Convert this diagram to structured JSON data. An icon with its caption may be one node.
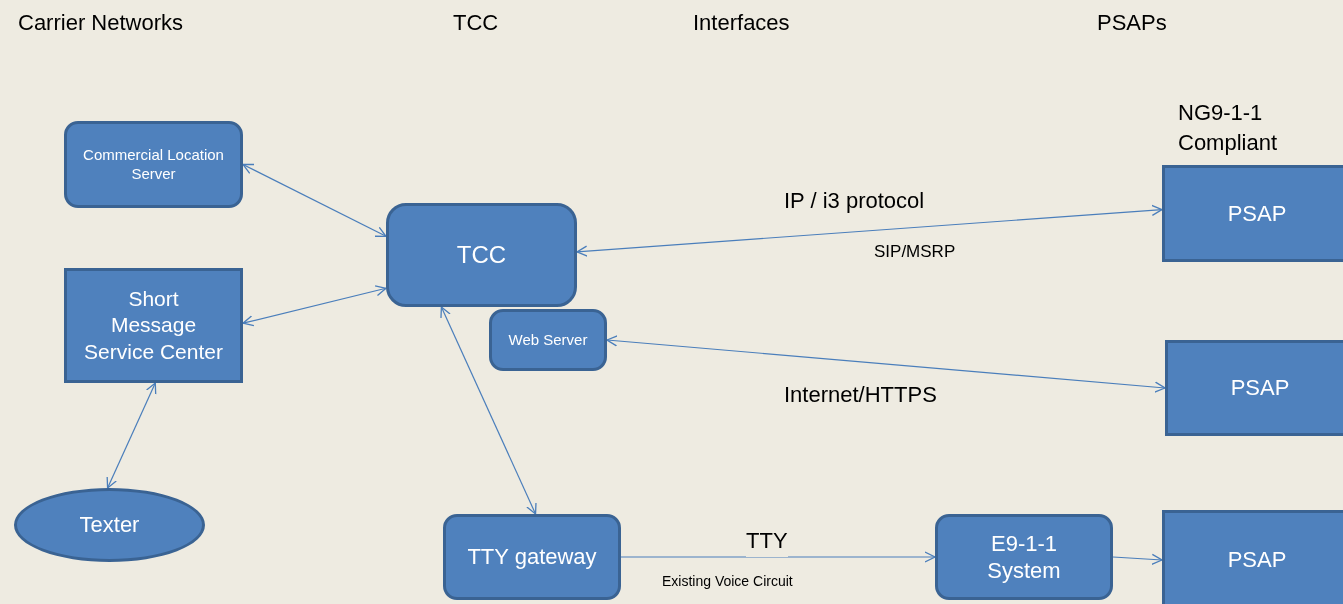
{
  "diagram": {
    "nodes": [
      {
        "text": [
          "Commercial Location Server"
        ]
      },
      {
        "text": [
          "Short Message Service Center"
        ]
      },
      {
        "text": [
          "Texter"
        ]
      },
      {
        "text": [
          "TCC"
        ]
      },
      {
        "text": [
          "Web Server"
        ]
      },
      {
        "text": [
          "PSAP"
        ],
        "beside": [
          "NG9-1-1 Compliant"
        ]
      },
      {
        "text": [
          "PSAP"
        ]
      },
      {
        "text": [
          "TTY gateway"
        ]
      },
      {
        "text": [
          "E9-1-1 System"
        ]
      },
      {
        "text": [
          "PSAP"
        ]
      }
    ],
    "edges": [
      {
        "from": 0,
        "to": 3,
        "arrow": "both"
      },
      {
        "from": 1,
        "to": 3,
        "arrow": "both"
      },
      {
        "from": 1,
        "to": 2,
        "arrow": "both"
      },
      {
        "from": 3,
        "to": 5,
        "arrow": "both",
        "label": "IP / i3 protocol"
      },
      {
        "from": 4,
        "to": 6,
        "arrow": "both",
        "label": "Internet/HTTPS"
      },
      {
        "from": 3,
        "to": 7,
        "arrow": "both"
      },
      {
        "from": 7,
        "to": 8,
        "arrow": "to",
        "label": "TTY"
      },
      {
        "from": 8,
        "to": 9,
        "arrow": "to"
      }
    ],
    "labels": [
      "Carrier Networks",
      "TCC",
      "Interfaces",
      "PSAPs",
      "SIP/MSRP",
      "Existing Voice Circuit"
    ]
  }
}
